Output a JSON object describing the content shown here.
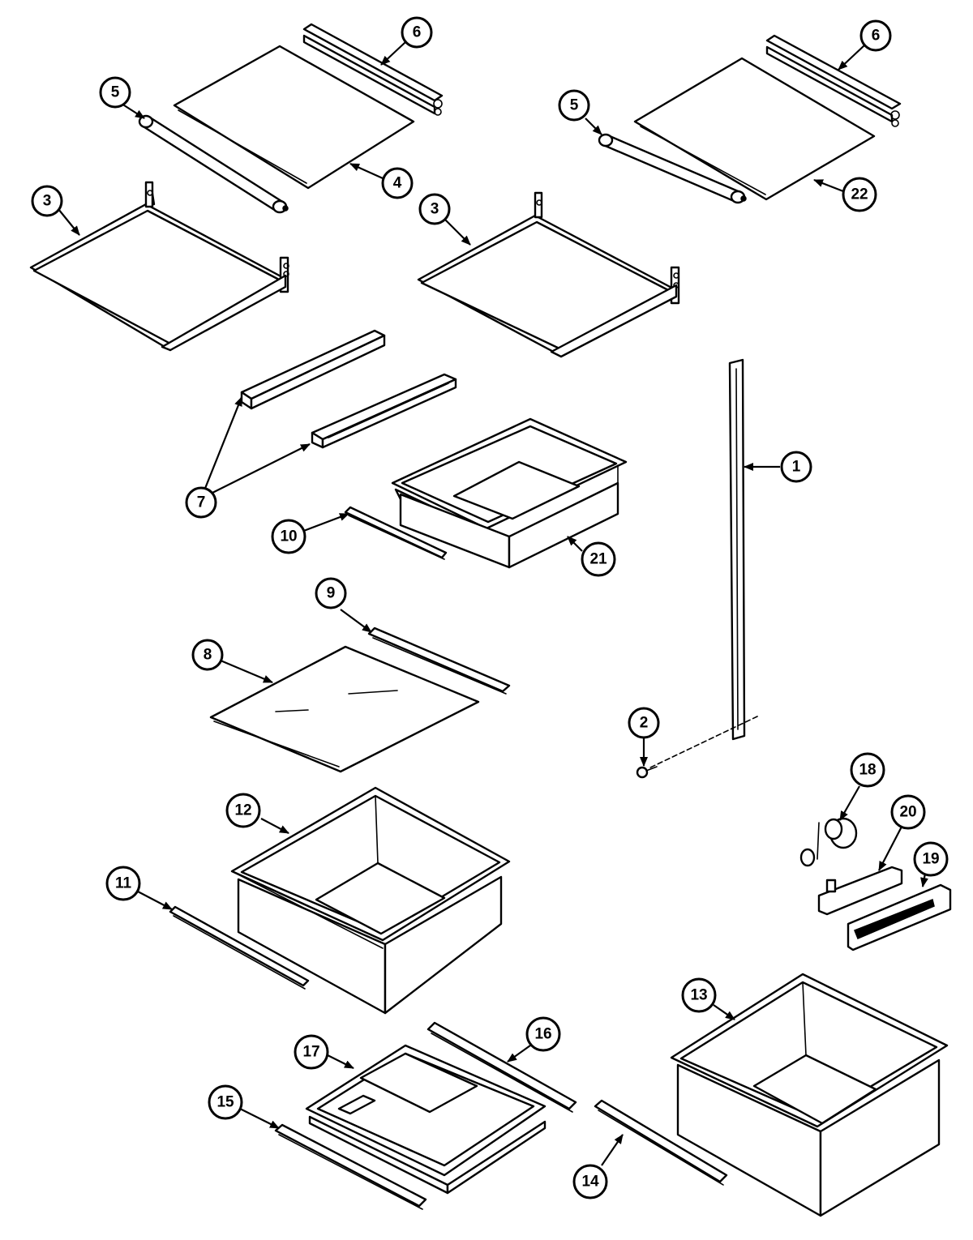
{
  "diagram": {
    "line_color": "#000000",
    "background_color": "#ffffff",
    "callouts": [
      {
        "id": "c1",
        "label": "1"
      },
      {
        "id": "c2",
        "label": "2"
      },
      {
        "id": "c3a",
        "label": "3"
      },
      {
        "id": "c3b",
        "label": "3"
      },
      {
        "id": "c4",
        "label": "4"
      },
      {
        "id": "c5a",
        "label": "5"
      },
      {
        "id": "c5b",
        "label": "5"
      },
      {
        "id": "c6a",
        "label": "6"
      },
      {
        "id": "c6b",
        "label": "6"
      },
      {
        "id": "c7",
        "label": "7"
      },
      {
        "id": "c8",
        "label": "8"
      },
      {
        "id": "c9",
        "label": "9"
      },
      {
        "id": "c10",
        "label": "10"
      },
      {
        "id": "c11",
        "label": "11"
      },
      {
        "id": "c12",
        "label": "12"
      },
      {
        "id": "c13",
        "label": "13"
      },
      {
        "id": "c14",
        "label": "14"
      },
      {
        "id": "c15",
        "label": "15"
      },
      {
        "id": "c16",
        "label": "16"
      },
      {
        "id": "c17",
        "label": "17"
      },
      {
        "id": "c18",
        "label": "18"
      },
      {
        "id": "c19",
        "label": "19"
      },
      {
        "id": "c20",
        "label": "20"
      },
      {
        "id": "c21",
        "label": "21"
      },
      {
        "id": "c22",
        "label": "22"
      }
    ]
  }
}
